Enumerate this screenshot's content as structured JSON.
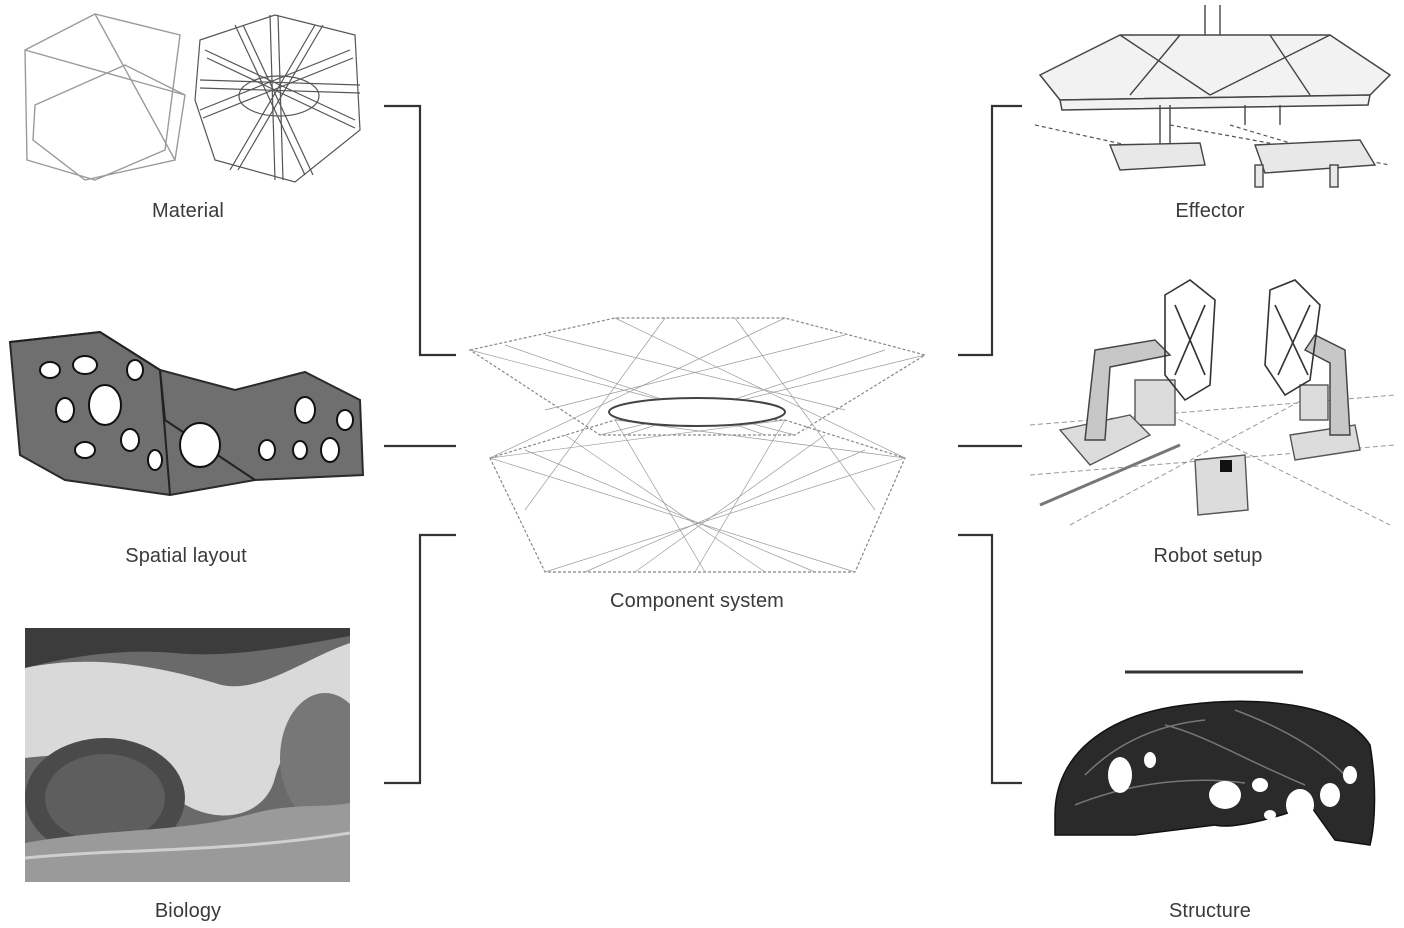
{
  "diagram": {
    "center": {
      "label": "Component system"
    },
    "nodes": [
      {
        "id": "material",
        "label": "Material",
        "side": "left"
      },
      {
        "id": "spatial",
        "label": "Spatial layout",
        "side": "left"
      },
      {
        "id": "biology",
        "label": "Biology",
        "side": "left"
      },
      {
        "id": "effector",
        "label": "Effector",
        "side": "right"
      },
      {
        "id": "robot",
        "label": "Robot setup",
        "side": "right"
      },
      {
        "id": "structure",
        "label": "Structure",
        "side": "right"
      }
    ]
  },
  "colors": {
    "line": "#333333",
    "text": "#3a3a3a",
    "sketch": "#8a8a8a",
    "dark": "#2a2a2a",
    "photo": "#6d6d6d"
  }
}
